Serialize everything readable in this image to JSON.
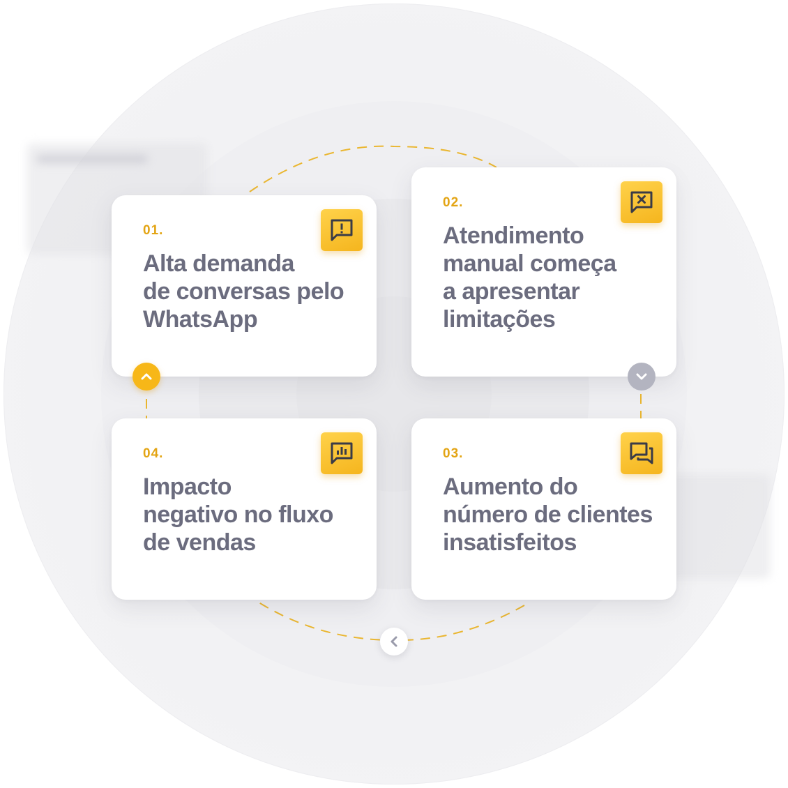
{
  "steps": [
    {
      "number": "01.",
      "title": "Alta demanda\nde conversas pelo\nWhatsApp",
      "icon": "alert-message-icon"
    },
    {
      "number": "02.",
      "title": "Atendimento\nmanual começa\na apresentar\nlimitações",
      "icon": "x-message-icon"
    },
    {
      "number": "03.",
      "title": "Aumento do\nnúmero de clientes\ninsatisfeitos",
      "icon": "chat-bubbles-icon"
    },
    {
      "number": "04.",
      "title": "Impacto\nnegativo no fluxo\nde vendas",
      "icon": "bar-chart-message-icon"
    }
  ],
  "navigation": [
    {
      "icon": "chevron-up-icon",
      "state": "active"
    },
    {
      "icon": "chevron-down-icon",
      "state": "inactive"
    },
    {
      "icon": "chevron-left-icon",
      "state": "inactive"
    }
  ],
  "colors": {
    "accent": "#f5b51e",
    "accent_text": "#e3a413",
    "title_text": "#6b6c7e",
    "inactive_nav": "#b3b4c0",
    "background_ring": "#efeff2"
  }
}
